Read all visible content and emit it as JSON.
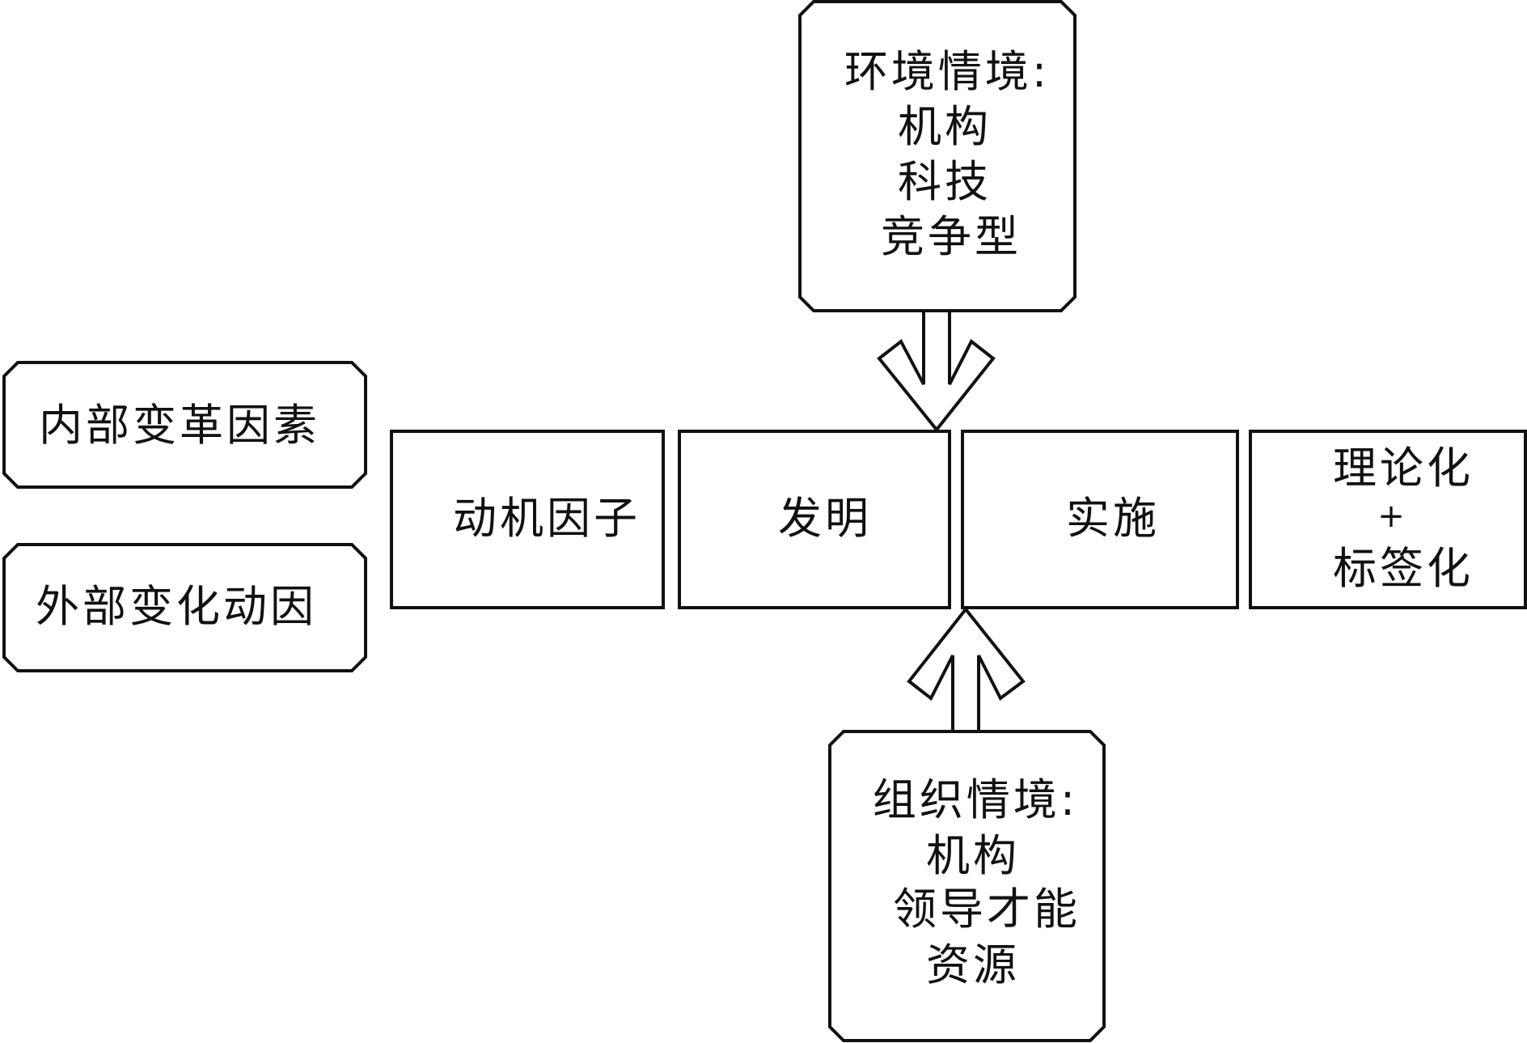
{
  "diagram": {
    "top_context": {
      "title": "环境情境:",
      "lines": [
        "机构",
        "科技",
        "竞争型"
      ]
    },
    "bottom_context": {
      "title": "组织情境:",
      "lines": [
        "机构",
        "领导才能",
        "资源"
      ]
    },
    "left_factors": {
      "internal": "内部变革因素",
      "external": "外部变化动因"
    },
    "stages": {
      "motive": "动机因子",
      "invention": "发明",
      "implementation": "实施",
      "theorizing_line1": "理论化",
      "theorizing_plus": "+",
      "theorizing_line2": "标签化"
    },
    "colors": {
      "stroke": "#111111",
      "fill": "#ffffff",
      "text": "#111111"
    }
  }
}
